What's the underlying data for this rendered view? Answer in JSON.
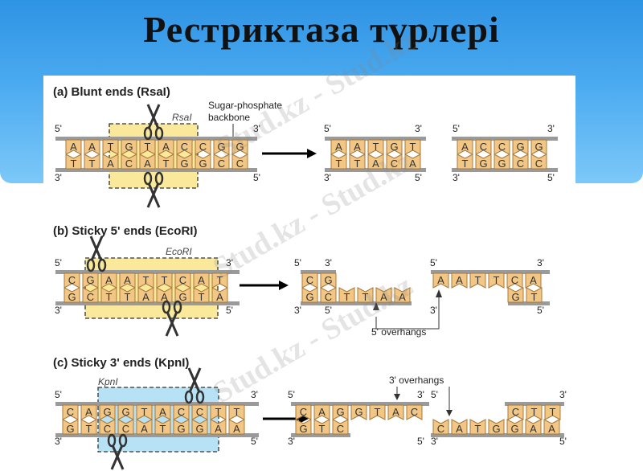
{
  "title": "Рестриктаза түрлері",
  "watermark": "Stud.kz - Stud.kz",
  "colors": {
    "base_fill": "#f2c785",
    "base_stroke": "#a87a3a",
    "backbone": "#9a9a9a",
    "yellow_box": "#f8e27a",
    "blue_box": "#9fd7f0"
  },
  "panels": [
    {
      "id": "a",
      "heading": "(a) Blunt ends (RsaI)",
      "enzyme": "RsaI",
      "backbone_label": [
        "Sugar-phosphate",
        "backbone"
      ],
      "end_labels": {
        "top_left": "5'",
        "top_right": "3'",
        "bottom_left": "3'",
        "bottom_right": "5'"
      },
      "original": {
        "top": [
          "A",
          "A",
          "T",
          "G",
          "T",
          "A",
          "C",
          "C",
          "G",
          "G"
        ],
        "bottom": [
          "T",
          "T",
          "A",
          "C",
          "A",
          "T",
          "G",
          "G",
          "C",
          "C"
        ]
      },
      "frag1": {
        "top": [
          "A",
          "A",
          "T",
          "G",
          "T"
        ],
        "bottom": [
          "T",
          "T",
          "A",
          "C",
          "A"
        ]
      },
      "frag2": {
        "top": [
          "A",
          "C",
          "C",
          "G",
          "G"
        ],
        "bottom": [
          "T",
          "G",
          "G",
          "C",
          "C"
        ]
      }
    },
    {
      "id": "b",
      "heading": "(b) Sticky 5' ends (EcoRI)",
      "enzyme": "EcoRI",
      "overhang_label": "5' overhangs",
      "end_labels": {
        "top_left": "5'",
        "top_right": "3'",
        "bottom_left": "3'",
        "bottom_right": "5'"
      },
      "original": {
        "top": [
          "C",
          "G",
          "A",
          "A",
          "T",
          "T",
          "C",
          "A",
          "T"
        ],
        "bottom": [
          "G",
          "C",
          "T",
          "T",
          "A",
          "A",
          "G",
          "T",
          "A"
        ]
      },
      "frag1": {
        "top": [
          "C",
          "G"
        ],
        "bottom": [
          "G",
          "C",
          "T",
          "T",
          "A",
          "A"
        ]
      },
      "frag2": {
        "top": [
          "A",
          "A",
          "T",
          "T",
          "C",
          "A"
        ],
        "bottom": [
          "G",
          "T"
        ]
      }
    },
    {
      "id": "c",
      "heading": "(c) Sticky 3' ends (KpnI)",
      "enzyme": "KpnI",
      "overhang_label": "3' overhangs",
      "end_labels": {
        "top_left": "5'",
        "top_right": "3'",
        "bottom_left": "3'",
        "bottom_right": "5'"
      },
      "original": {
        "top": [
          "C",
          "A",
          "G",
          "G",
          "T",
          "A",
          "C",
          "C",
          "T",
          "T"
        ],
        "bottom": [
          "G",
          "T",
          "C",
          "C",
          "A",
          "T",
          "G",
          "G",
          "A",
          "A"
        ]
      },
      "frag1": {
        "top": [
          "C",
          "A",
          "G",
          "G",
          "T",
          "A",
          "C"
        ],
        "bottom": [
          "G",
          "T",
          "C"
        ]
      },
      "frag2": {
        "top": [
          "C",
          "T",
          "T"
        ],
        "bottom": [
          "C",
          "A",
          "T",
          "G",
          "G",
          "A",
          "A"
        ]
      }
    }
  ]
}
